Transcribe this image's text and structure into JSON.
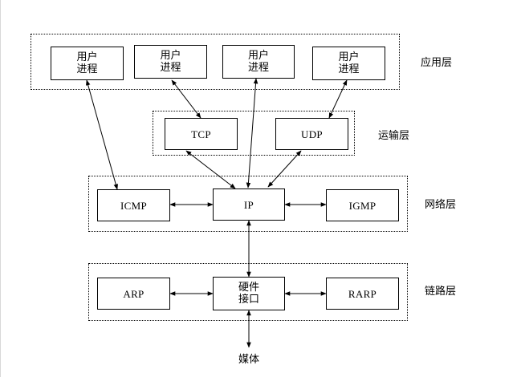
{
  "layers": {
    "application": "应用层",
    "transport": "运输层",
    "network": "网络层",
    "link": "链路层"
  },
  "application_boxes": [
    {
      "line1": "用户",
      "line2": "进程"
    },
    {
      "line1": "用户",
      "line2": "进程"
    },
    {
      "line1": "用户",
      "line2": "进程"
    },
    {
      "line1": "用户",
      "line2": "进程"
    }
  ],
  "transport_boxes": {
    "tcp": "TCP",
    "udp": "UDP"
  },
  "network_boxes": {
    "icmp": "ICMP",
    "ip": "IP",
    "igmp": "IGMP"
  },
  "link_boxes": {
    "arp": "ARP",
    "hw_line1": "硬件",
    "hw_line2": "接口",
    "rarp": "RARP"
  },
  "media": "媒体"
}
